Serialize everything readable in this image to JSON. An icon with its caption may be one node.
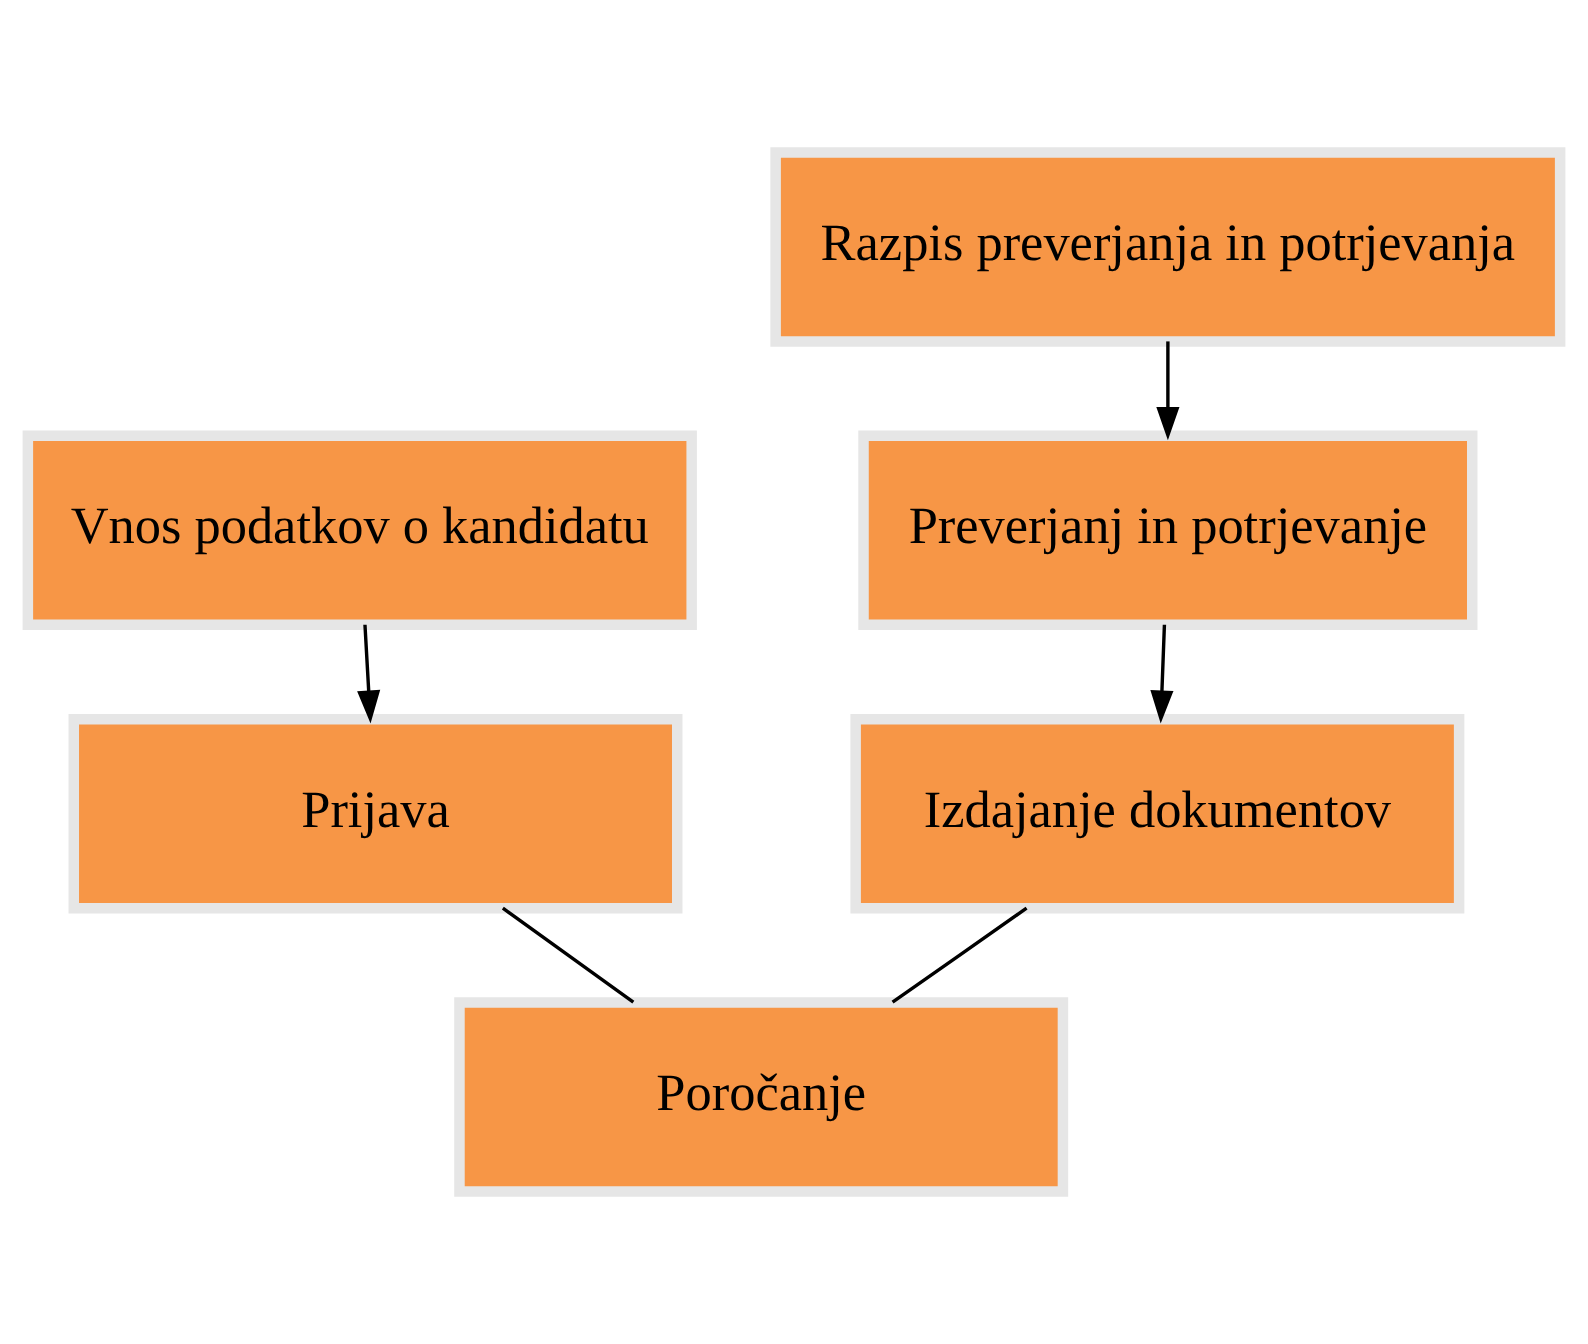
{
  "diagram": {
    "nodes": [
      {
        "text": [
          "Vnos podatkov o kandidatu"
        ]
      },
      {
        "text": [
          "Prijava"
        ]
      },
      {
        "text": [
          "Razpis preverjanja in potrjevanja"
        ]
      },
      {
        "text": [
          "Preverjanj in potrjevanje"
        ]
      },
      {
        "text": [
          "Izdajanje dokumentov"
        ]
      },
      {
        "text": [
          "Poročanje"
        ]
      }
    ],
    "edges": [
      {
        "from": 0,
        "to": 1,
        "arrow": "to"
      },
      {
        "from": 2,
        "to": 3,
        "arrow": "to"
      },
      {
        "from": 3,
        "to": 4,
        "arrow": "to"
      },
      {
        "from": 1,
        "to": 5,
        "arrow": "none"
      },
      {
        "from": 4,
        "to": 5,
        "arrow": "none"
      }
    ]
  }
}
